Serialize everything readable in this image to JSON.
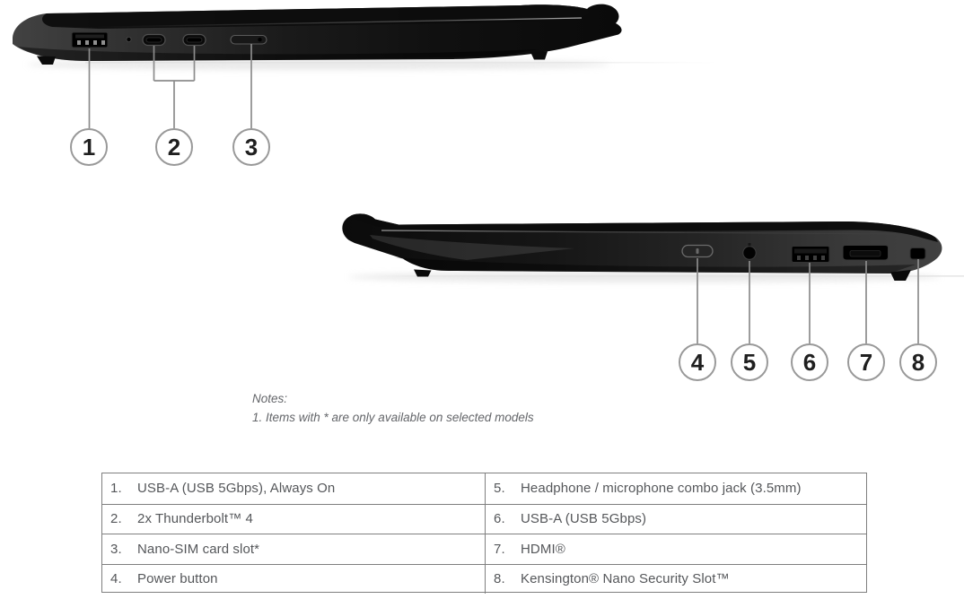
{
  "diagram": {
    "left_view": {
      "description": "laptop left side profile with port callouts",
      "callouts": [
        "1",
        "2",
        "3"
      ]
    },
    "right_view": {
      "description": "laptop right side profile with port callouts",
      "callouts": [
        "4",
        "5",
        "6",
        "7",
        "8"
      ]
    }
  },
  "notes": {
    "heading": "Notes:",
    "items": [
      "1. Items with * are only available on selected models"
    ]
  },
  "legend": {
    "left_column": [
      {
        "num": "1.",
        "label": "USB-A (USB 5Gbps), Always On"
      },
      {
        "num": "2.",
        "label": "2x Thunderbolt™ 4"
      },
      {
        "num": "3.",
        "label": "Nano-SIM card slot*"
      },
      {
        "num": "4.",
        "label": "Power button"
      }
    ],
    "right_column": [
      {
        "num": "5.",
        "label": "Headphone / microphone combo jack (3.5mm)"
      },
      {
        "num": "6.",
        "label": "USB-A (USB 5Gbps)"
      },
      {
        "num": "7.",
        "label": "HDMI®"
      },
      {
        "num": "8.",
        "label": "Kensington® Nano Security Slot™"
      }
    ]
  },
  "colors": {
    "background": "#ffffff",
    "laptop_body": "#141414",
    "leader_line": "#8c8c8c",
    "callout_border": "#999999",
    "callout_number": "#1f1f1f",
    "table_border": "#7f7f7f",
    "table_text": "#55575a",
    "notes_text": "#64666a"
  }
}
